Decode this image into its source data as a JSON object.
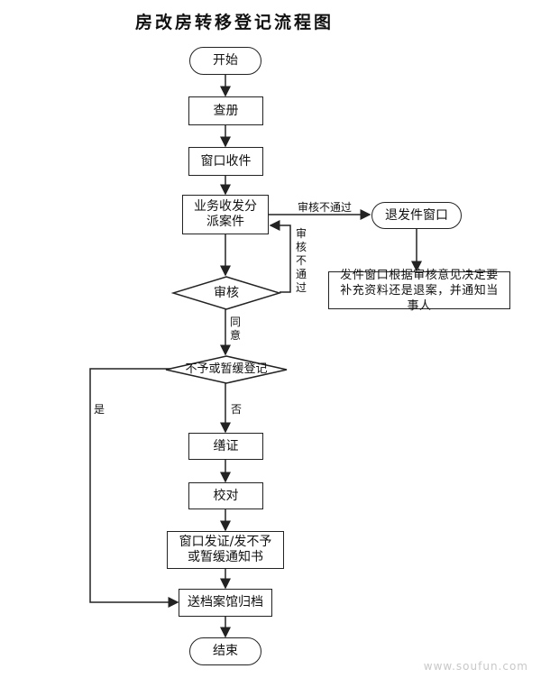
{
  "title": "房改房转移登记流程图",
  "nodes": {
    "start": "开始",
    "check_register": "查册",
    "window_receive": "窗口收件",
    "dispatch": "业务收发分派案件",
    "review": "审核",
    "refuse_or_defer": "不予或暂缓登记",
    "certify": "缮证",
    "proofread": "校对",
    "issue": "窗口发证/发不予或暂缓通知书",
    "archive": "送档案馆归档",
    "end": "结束",
    "return_window": "退发件窗口",
    "decision_note": "发件窗口根据审核意见决定要补充资料还是退案，并通知当事人"
  },
  "edge_labels": {
    "not_passed_right": "审核不通过",
    "not_passed_loop": "审核不通过",
    "agree": "同意",
    "no": "否",
    "yes": "是"
  },
  "watermark": "www.soufun.com"
}
